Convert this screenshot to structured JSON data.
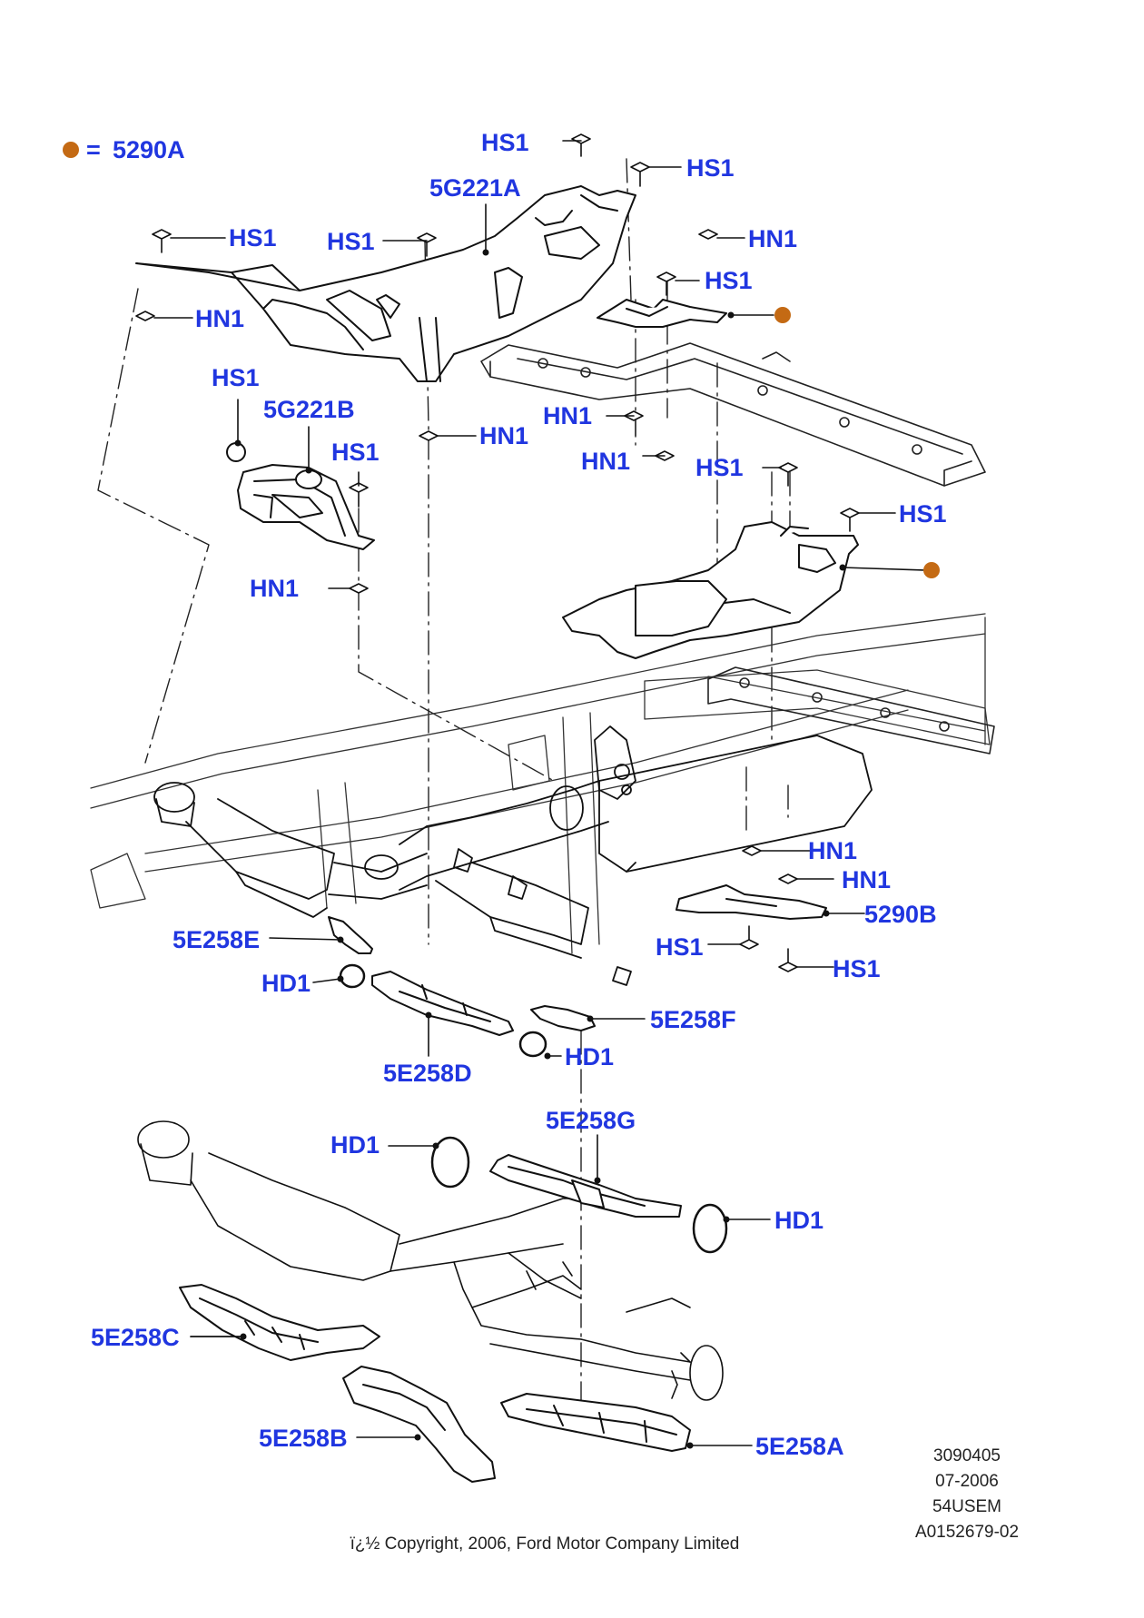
{
  "colors": {
    "label": "#2036e0",
    "marker": "#c46a14",
    "line": "#111111",
    "leader": "#222222",
    "part_fill": "#ffffff"
  },
  "legend": {
    "symbol_name": "orange-dot-icon",
    "equals": "=",
    "part": "5290A"
  },
  "callouts": {
    "hs1_top": "HS1",
    "hs1_top_right": "HS1",
    "part_5G221A": "5G221A",
    "hs1_left": "HS1",
    "hs1_mid": "HS1",
    "hn1_right_top": "HN1",
    "hn1_left": "HN1",
    "hs1_bracket": "HS1",
    "hs1_5g221b": "HS1",
    "part_5G221B": "5G221B",
    "hs1_5g221b_b": "HS1",
    "hn1_mid": "HN1",
    "hn1_crossmember_a": "HN1",
    "hn1_crossmember_b": "HN1",
    "hs1_shield_left": "HS1",
    "hs1_shield_right": "HS1",
    "hn1_5g221b": "HN1",
    "hn1_lower_a": "HN1",
    "hn1_lower_b": "HN1",
    "part_5290B": "5290B",
    "hs1_lower_left": "HS1",
    "hs1_lower_right": "HS1",
    "part_5E258E": "5E258E",
    "hd1_left": "HD1",
    "part_5E258F": "5E258F",
    "hd1_right": "HD1",
    "part_5E258D": "5E258D",
    "part_5E258G": "5E258G",
    "hd1_detail_left": "HD1",
    "hd1_detail_right": "HD1",
    "part_5E258C": "5E258C",
    "part_5E258B": "5E258B",
    "part_5E258A": "5E258A"
  },
  "stamp": [
    "3090405",
    "07-2006",
    "54USEM",
    "A0152679-02"
  ],
  "copyright": "ï¿½ Copyright, 2006, Ford Motor Company Limited"
}
